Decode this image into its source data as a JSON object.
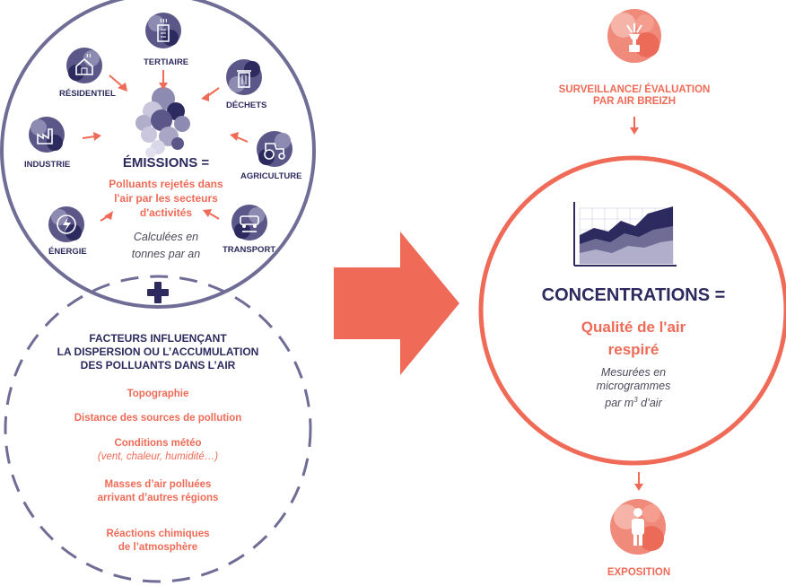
{
  "emissions": {
    "sectors": {
      "tertiaire": "TERTIAIRE",
      "residentiel": "RÉSIDENTIEL",
      "dechets": "DÉCHETS",
      "industrie": "INDUSTRIE",
      "agriculture": "AGRICULTURE",
      "energie": "ÉNERGIE",
      "transport": "TRANSPORT"
    },
    "title": "ÉMISSIONS =",
    "description_line1": "Polluants rejetés dans",
    "description_line2": "l'air par les secteurs",
    "description_line3": "d'activités",
    "unit_line1": "Calculées en",
    "unit_line2": "tonnes par an"
  },
  "factors": {
    "title_line1": "FACTEURS INFLUENÇANT",
    "title_line2": "LA DISPERSION OU L’ACCUMULATION",
    "title_line3": "DES POLLUANTS DANS L’AIR",
    "items": {
      "topographie": "Topographie",
      "distance": "Distance des sources de pollution",
      "meteo": "Conditions météo",
      "meteo_detail": "(vent, chaleur, humidité…)",
      "masses_line1": "Masses d’air polluées",
      "masses_line2": "arrivant d’autres régions",
      "reactions_line1": "Réactions chimiques",
      "reactions_line2": "de l’atmosphère"
    }
  },
  "plus_sign": "+",
  "surveillance": {
    "line1": "SURVEILLANCE/ ÉVALUATION",
    "line2": "PAR AIR BREIZH"
  },
  "concentrations": {
    "title": "CONCENTRATIONS =",
    "subtitle_line1": "Qualité de l'air",
    "subtitle_line2": "respiré",
    "unit_line1": "Mesurées en",
    "unit_line2": "microgrammes",
    "unit_line3_prefix": "par m",
    "unit_line3_sup": "3",
    "unit_line3_suffix": " d’air"
  },
  "exposition": "EXPOSITION",
  "colors": {
    "navy": "#2c2a5e",
    "coral": "#ef6b57",
    "ring": "#6f6d96"
  }
}
